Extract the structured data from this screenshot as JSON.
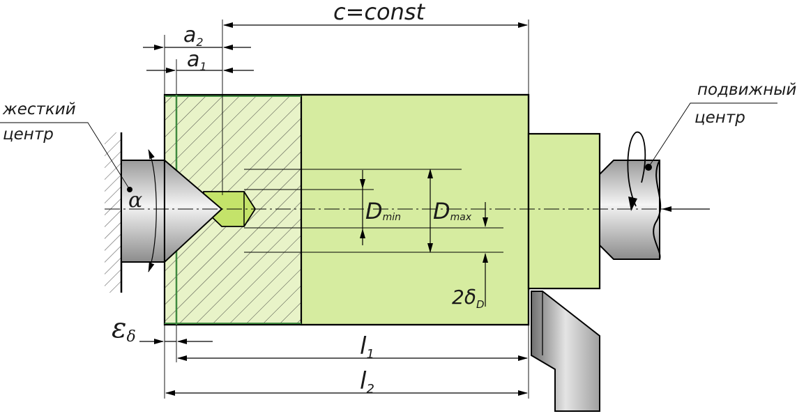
{
  "labels": {
    "c_const": "c=const",
    "a2": "a",
    "a2_sub": "2",
    "a1": "a",
    "a1_sub": "1",
    "fixed_center_line1": "жесткий",
    "fixed_center_line2": "центр",
    "movable_center_line1": "подвижный",
    "movable_center_line2": "центр",
    "alpha": "α",
    "d_min": "D",
    "d_min_sub": "min",
    "d_max": "D",
    "d_max_sub": "max",
    "two_delta": "2δ",
    "two_delta_sub": "D",
    "epsilon": "ε",
    "epsilon_sub": "δ",
    "l1": "l",
    "l1_sub": "1",
    "l2": "l",
    "l2_sub": "2"
  },
  "colors": {
    "part_fill": "#d6eca0",
    "part_fill_light": "#e3f1bf",
    "hole_fill": "#c4e36a",
    "metal_light": "#f2f2f2",
    "metal_dark": "#8a8a8a"
  }
}
